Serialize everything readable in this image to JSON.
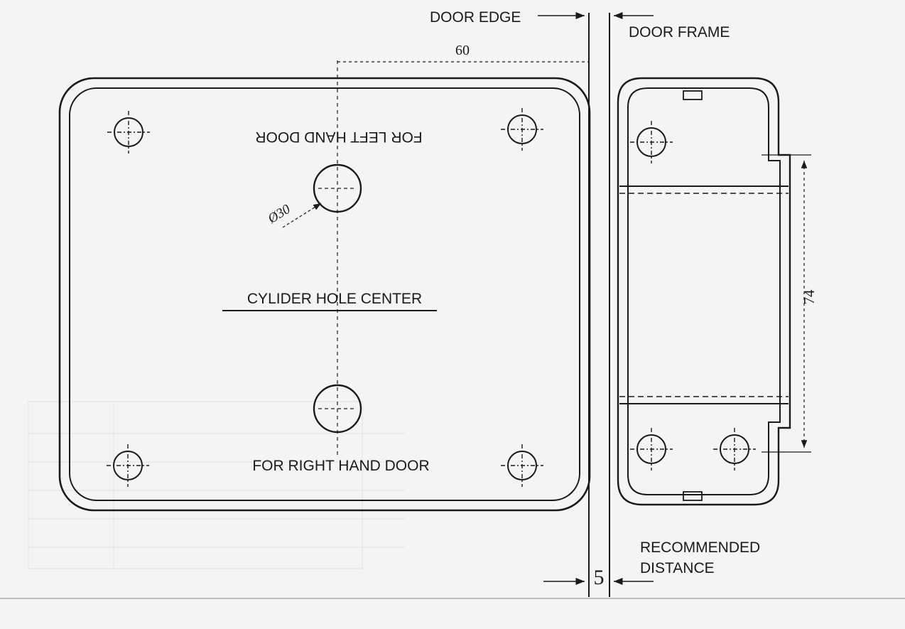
{
  "labels": {
    "door_edge": "DOOR EDGE",
    "door_frame": "DOOR FRAME",
    "left_hand": "FOR LEFT HAND DOOR",
    "right_hand": "FOR RIGHT HAND DOOR",
    "cylinder_center": "CYLIDER HOLE CENTER",
    "recommended_1": "RECOMMENDED",
    "recommended_2": "DISTANCE"
  },
  "dimensions": {
    "backset": "60",
    "hole_diameter": "Ø30",
    "strike_height": "74",
    "gap": "5"
  },
  "colors": {
    "ink": "#1a1a1a",
    "paper": "#f4f4f2"
  }
}
